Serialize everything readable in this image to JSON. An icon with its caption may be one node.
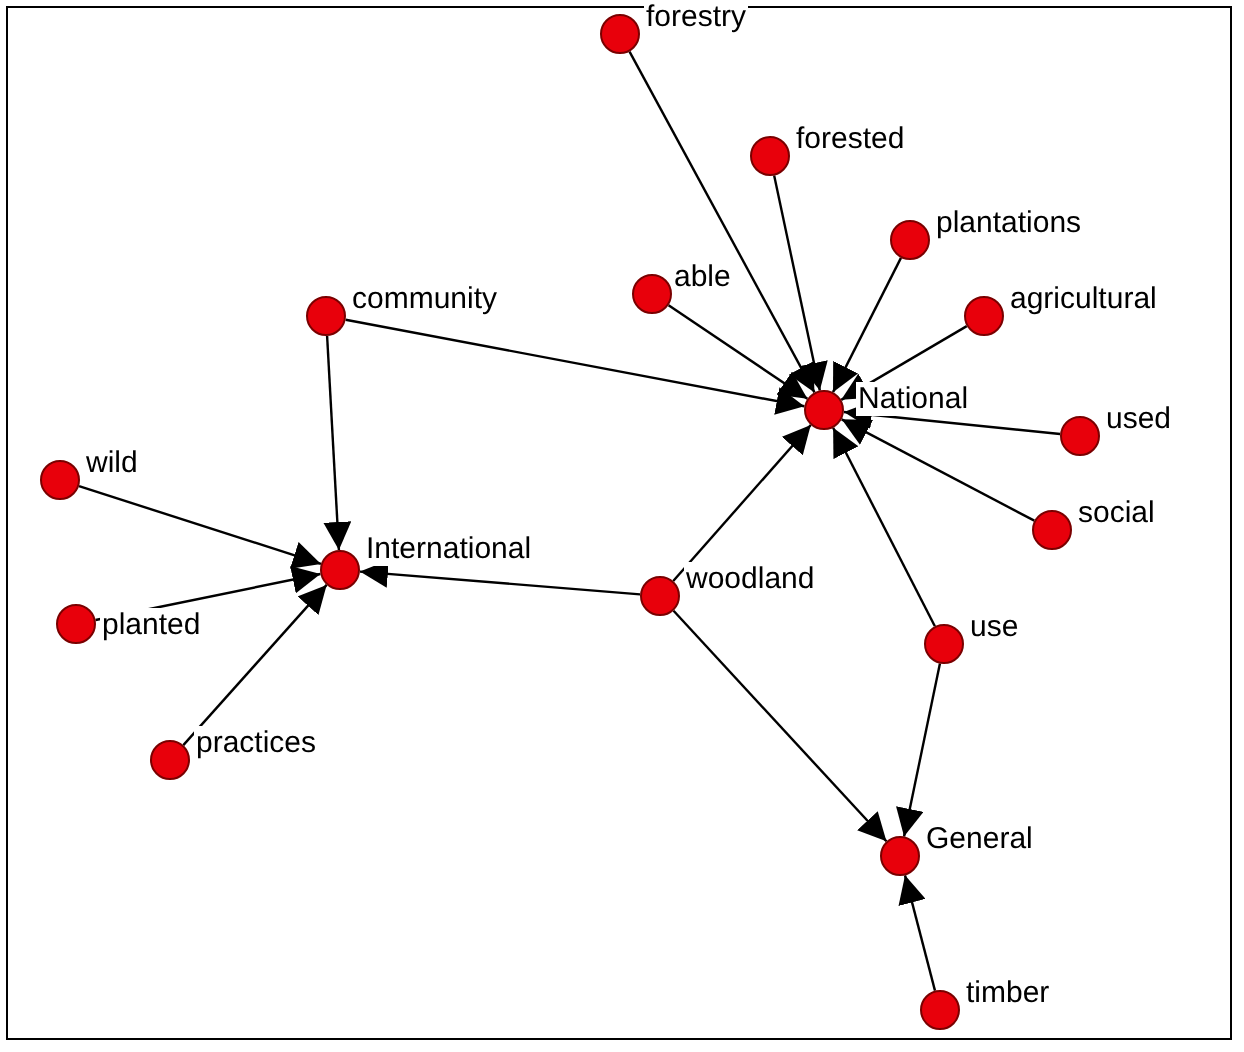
{
  "diagram": {
    "nodes": [
      {
        "text": [
          "forestry"
        ]
      },
      {
        "text": [
          "forested"
        ]
      },
      {
        "text": [
          "able"
        ]
      },
      {
        "text": [
          "plantations"
        ]
      },
      {
        "text": [
          "agricultural"
        ]
      },
      {
        "text": [
          "community"
        ]
      },
      {
        "text": [
          "National"
        ]
      },
      {
        "text": [
          "used"
        ]
      },
      {
        "text": [
          "wild"
        ]
      },
      {
        "text": [
          "social"
        ]
      },
      {
        "text": [
          "International"
        ]
      },
      {
        "text": [
          "woodland"
        ]
      },
      {
        "text": [
          "planted"
        ]
      },
      {
        "text": [
          "use"
        ]
      },
      {
        "text": [
          "practices"
        ]
      },
      {
        "text": [
          "General"
        ]
      },
      {
        "text": [
          "timber"
        ]
      }
    ],
    "edges": [
      {
        "from": 0,
        "to": 6,
        "arrow": "to"
      },
      {
        "from": 1,
        "to": 6,
        "arrow": "to"
      },
      {
        "from": 2,
        "to": 6,
        "arrow": "to"
      },
      {
        "from": 3,
        "to": 6,
        "arrow": "to"
      },
      {
        "from": 4,
        "to": 6,
        "arrow": "to"
      },
      {
        "from": 5,
        "to": 6,
        "arrow": "to"
      },
      {
        "from": 5,
        "to": 10,
        "arrow": "to"
      },
      {
        "from": 7,
        "to": 6,
        "arrow": "to"
      },
      {
        "from": 9,
        "to": 6,
        "arrow": "to"
      },
      {
        "from": 8,
        "to": 10,
        "arrow": "to"
      },
      {
        "from": 11,
        "to": 6,
        "arrow": "to"
      },
      {
        "from": 11,
        "to": 10,
        "arrow": "to"
      },
      {
        "from": 11,
        "to": 15,
        "arrow": "to"
      },
      {
        "from": 12,
        "to": 10,
        "arrow": "to"
      },
      {
        "from": 13,
        "to": 6,
        "arrow": "to"
      },
      {
        "from": 13,
        "to": 15,
        "arrow": "to"
      },
      {
        "from": 14,
        "to": 10,
        "arrow": "to"
      },
      {
        "from": 16,
        "to": 15,
        "arrow": "to"
      }
    ]
  }
}
